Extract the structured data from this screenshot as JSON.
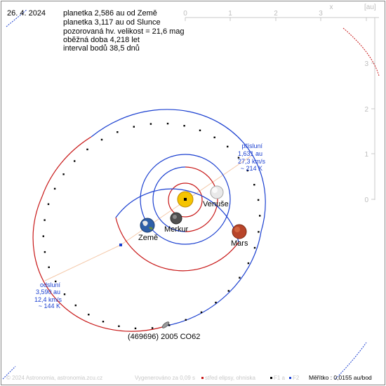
{
  "date": "26. 4. 2024",
  "info": [
    "planetka 2,586 au od Země",
    "planetka 3,117 au od Slunce",
    "pozorovaná hv. velikost = 21,6 mag",
    "oběžná doba 4,218 let",
    "interval bodů 38,5 dnů"
  ],
  "axes": {
    "x_ticks": [
      "0",
      "1",
      "2",
      "3"
    ],
    "y_ticks": [
      "3",
      "2",
      "1",
      "0"
    ],
    "x_label": "x",
    "unit_label": "[au]"
  },
  "perihelion": {
    "title": "přísluní",
    "dist": "1,631 au",
    "speed": "27,3 km/s",
    "temp": "~ 214 K"
  },
  "aphelion": {
    "title": "odsluní",
    "dist": "3,590 au",
    "speed": "12,4 km/s",
    "temp": "~ 144 K"
  },
  "bodies": {
    "venus": "Venuše",
    "earth": "Země",
    "mercury": "Merkur",
    "mars": "Mars"
  },
  "asteroid_name": "(469696) 2005 CO62",
  "footer": {
    "copyright": "© 2024 Astronomia, astronomia.zcu.cz",
    "generated": "Vygenerováno za 0,09 s",
    "legend_center": "střed elipsy, ohniska",
    "legend_f1": "F1 a",
    "legend_f2": "F2",
    "scale": "Měřítko : 0,0155 au/bod"
  },
  "colors": {
    "blue_orbit": "#1a3fd0",
    "red_orbit": "#c81818",
    "sun": "#f5c400"
  }
}
